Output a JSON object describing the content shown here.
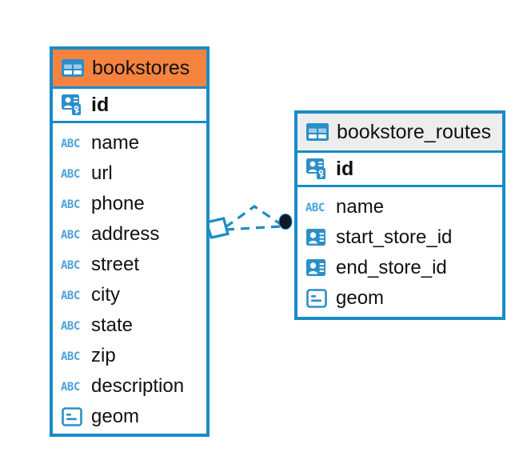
{
  "diagram": {
    "type": "entity-relationship-diagram",
    "background_color": "#ffffff",
    "accent_color": "#1a8bc8",
    "icon_blue": "#4ba3dc",
    "highlight_color": "#f5833f",
    "header_grey": "#ededed"
  },
  "entities": [
    {
      "name": "bookstores",
      "header_style": "orange",
      "table_icon": "table-grid-icon",
      "primary_key": {
        "label": "id",
        "icon": "primary-key-badge-icon"
      },
      "columns": [
        {
          "label": "name",
          "icon": "abc-text-icon"
        },
        {
          "label": "url",
          "icon": "abc-text-icon"
        },
        {
          "label": "phone",
          "icon": "abc-text-icon"
        },
        {
          "label": "address",
          "icon": "abc-text-icon"
        },
        {
          "label": "street",
          "icon": "abc-text-icon"
        },
        {
          "label": "city",
          "icon": "abc-text-icon"
        },
        {
          "label": "state",
          "icon": "abc-text-icon"
        },
        {
          "label": "zip",
          "icon": "abc-text-icon"
        },
        {
          "label": "description",
          "icon": "abc-text-icon"
        },
        {
          "label": "geom",
          "icon": "geometry-icon"
        }
      ]
    },
    {
      "name": "bookstore_routes",
      "header_style": "grey",
      "table_icon": "table-grid-icon",
      "primary_key": {
        "label": "id",
        "icon": "primary-key-badge-icon"
      },
      "columns": [
        {
          "label": "name",
          "icon": "abc-text-icon"
        },
        {
          "label": "start_store_id",
          "icon": "foreign-key-badge-icon"
        },
        {
          "label": "end_store_id",
          "icon": "foreign-key-badge-icon"
        },
        {
          "label": "geom",
          "icon": "geometry-icon"
        }
      ]
    }
  ],
  "relationship": {
    "source_entity": "bookstores",
    "target_entity": "bookstore_routes",
    "source_terminator": "diamond-open-icon",
    "target_terminator": "filled-circle-icon",
    "line_style": "dashed",
    "line_color": "#1a8bc8"
  }
}
